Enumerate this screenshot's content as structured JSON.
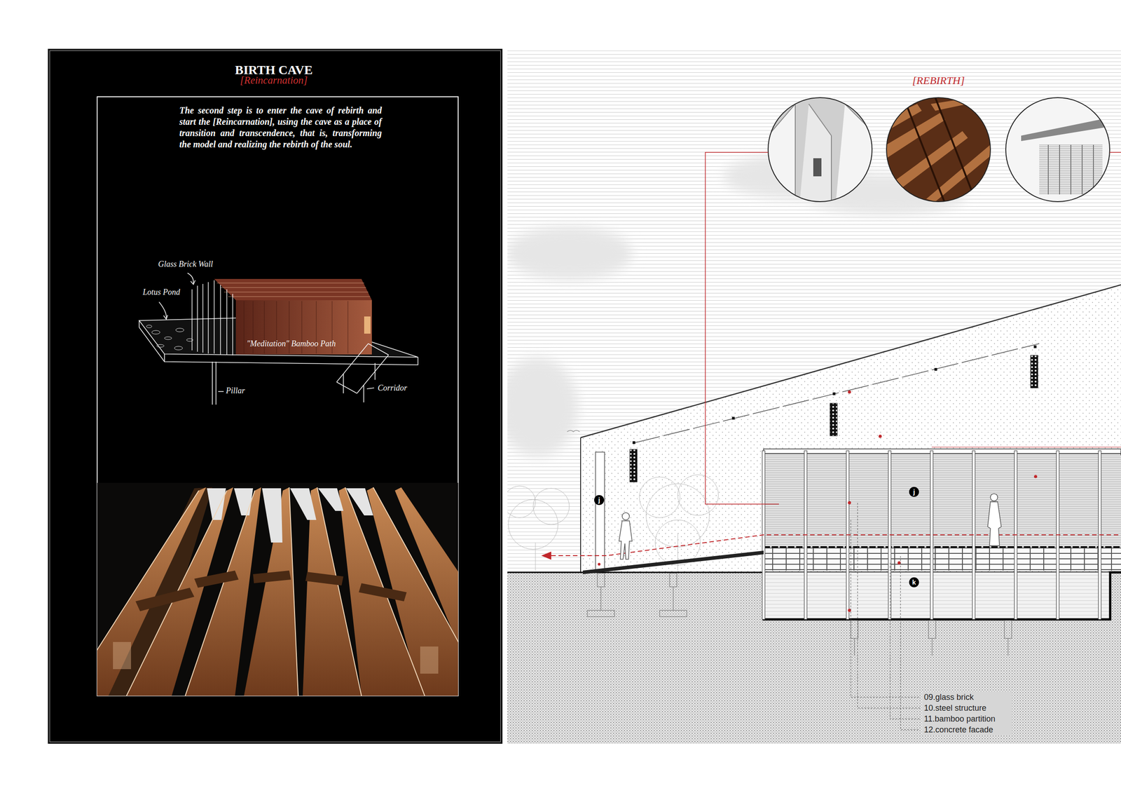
{
  "diagram": {
    "title": "BIRTH CAVE",
    "labels": [
      "[Reincarnation]",
      "The second step is to enter the cave of rebirth and start the [Reincarnation], using the cave as a place of transition and transcendence, that is, transforming the model and realizing the rebirth of the soul.",
      "Glass Brick Wall",
      "Lotus Pond",
      "\"Meditation\" Bamboo Path",
      "Pillar",
      "Corridor",
      "[REBIRTH]",
      "j",
      "j",
      "k",
      "09.glass brick",
      "10.steel structure",
      "11.bamboo partition",
      "12.concrete facade"
    ]
  }
}
